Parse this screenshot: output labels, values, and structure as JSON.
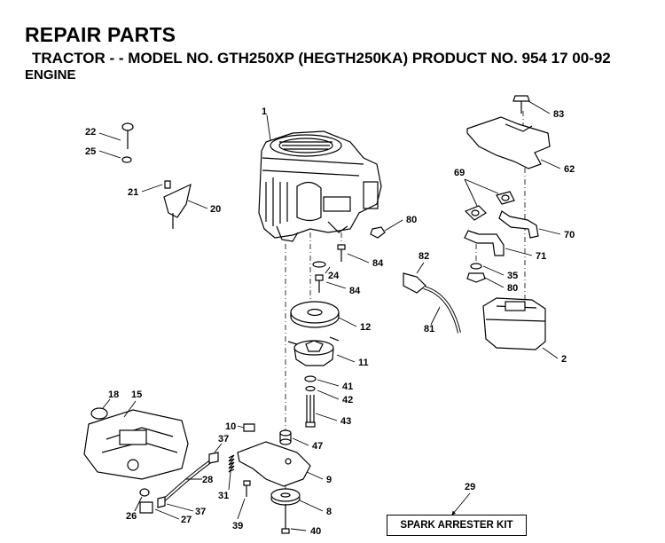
{
  "header": {
    "title": "REPAIR PARTS",
    "subtitle": "TRACTOR - - MODEL NO. GTH250XP (HEGTH250KA) PRODUCT NO. 954 17 00-92",
    "section": "ENGINE"
  },
  "kit_label": "SPARK ARRESTER KIT",
  "callouts": {
    "c1": "1",
    "c2": "2",
    "c8": "8",
    "c9": "9",
    "c10": "10",
    "c11": "11",
    "c12": "12",
    "c15": "15",
    "c18": "18",
    "c20": "20",
    "c21": "21",
    "c22": "22",
    "c24": "24",
    "c25": "25",
    "c26": "26",
    "c27": "27",
    "c28": "28",
    "c29": "29",
    "c31": "31",
    "c35": "35",
    "c37a": "37",
    "c37b": "37",
    "c39": "39",
    "c40": "40",
    "c41": "41",
    "c42": "42",
    "c43": "43",
    "c47": "47",
    "c62": "62",
    "c69": "69",
    "c70": "70",
    "c71": "71",
    "c80a": "80",
    "c80b": "80",
    "c81": "81",
    "c82": "82",
    "c83": "83",
    "c84a": "84",
    "c84b": "84"
  }
}
